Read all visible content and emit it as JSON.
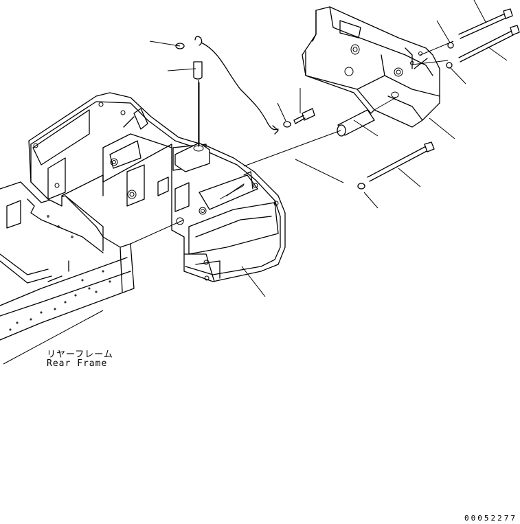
{
  "labels": {
    "rear_frame_jp": "リヤーフレーム",
    "rear_frame_en": "Rear Frame"
  },
  "document_number": "00052277"
}
